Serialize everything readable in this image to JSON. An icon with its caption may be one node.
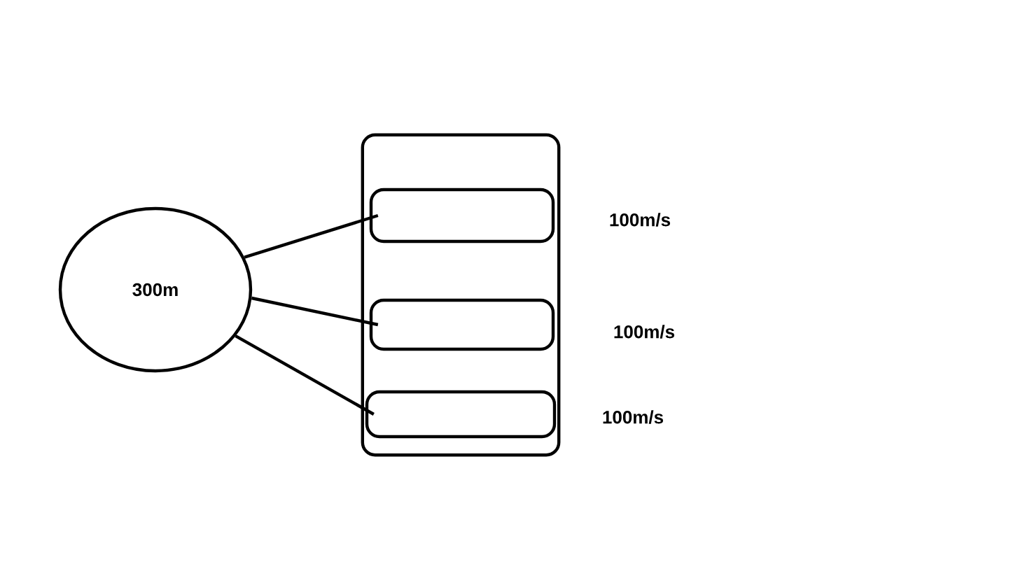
{
  "diagram": {
    "nodes": [
      {
        "text": [
          "300m"
        ]
      },
      {
        "text": [],
        "shape": "box"
      },
      {
        "text": [],
        "shape": "box",
        "in": 1,
        "beside": [
          "100m/s"
        ]
      },
      {
        "text": [],
        "shape": "box",
        "in": 1,
        "beside": [
          "100m/s"
        ]
      },
      {
        "text": [],
        "shape": "box",
        "in": 1,
        "beside": [
          "100m/s"
        ]
      }
    ],
    "edges": [
      {
        "from": 0,
        "to": 2,
        "arrow": "none"
      },
      {
        "from": 0,
        "to": 3,
        "arrow": "none"
      },
      {
        "from": 0,
        "to": 4,
        "arrow": "none"
      }
    ]
  }
}
